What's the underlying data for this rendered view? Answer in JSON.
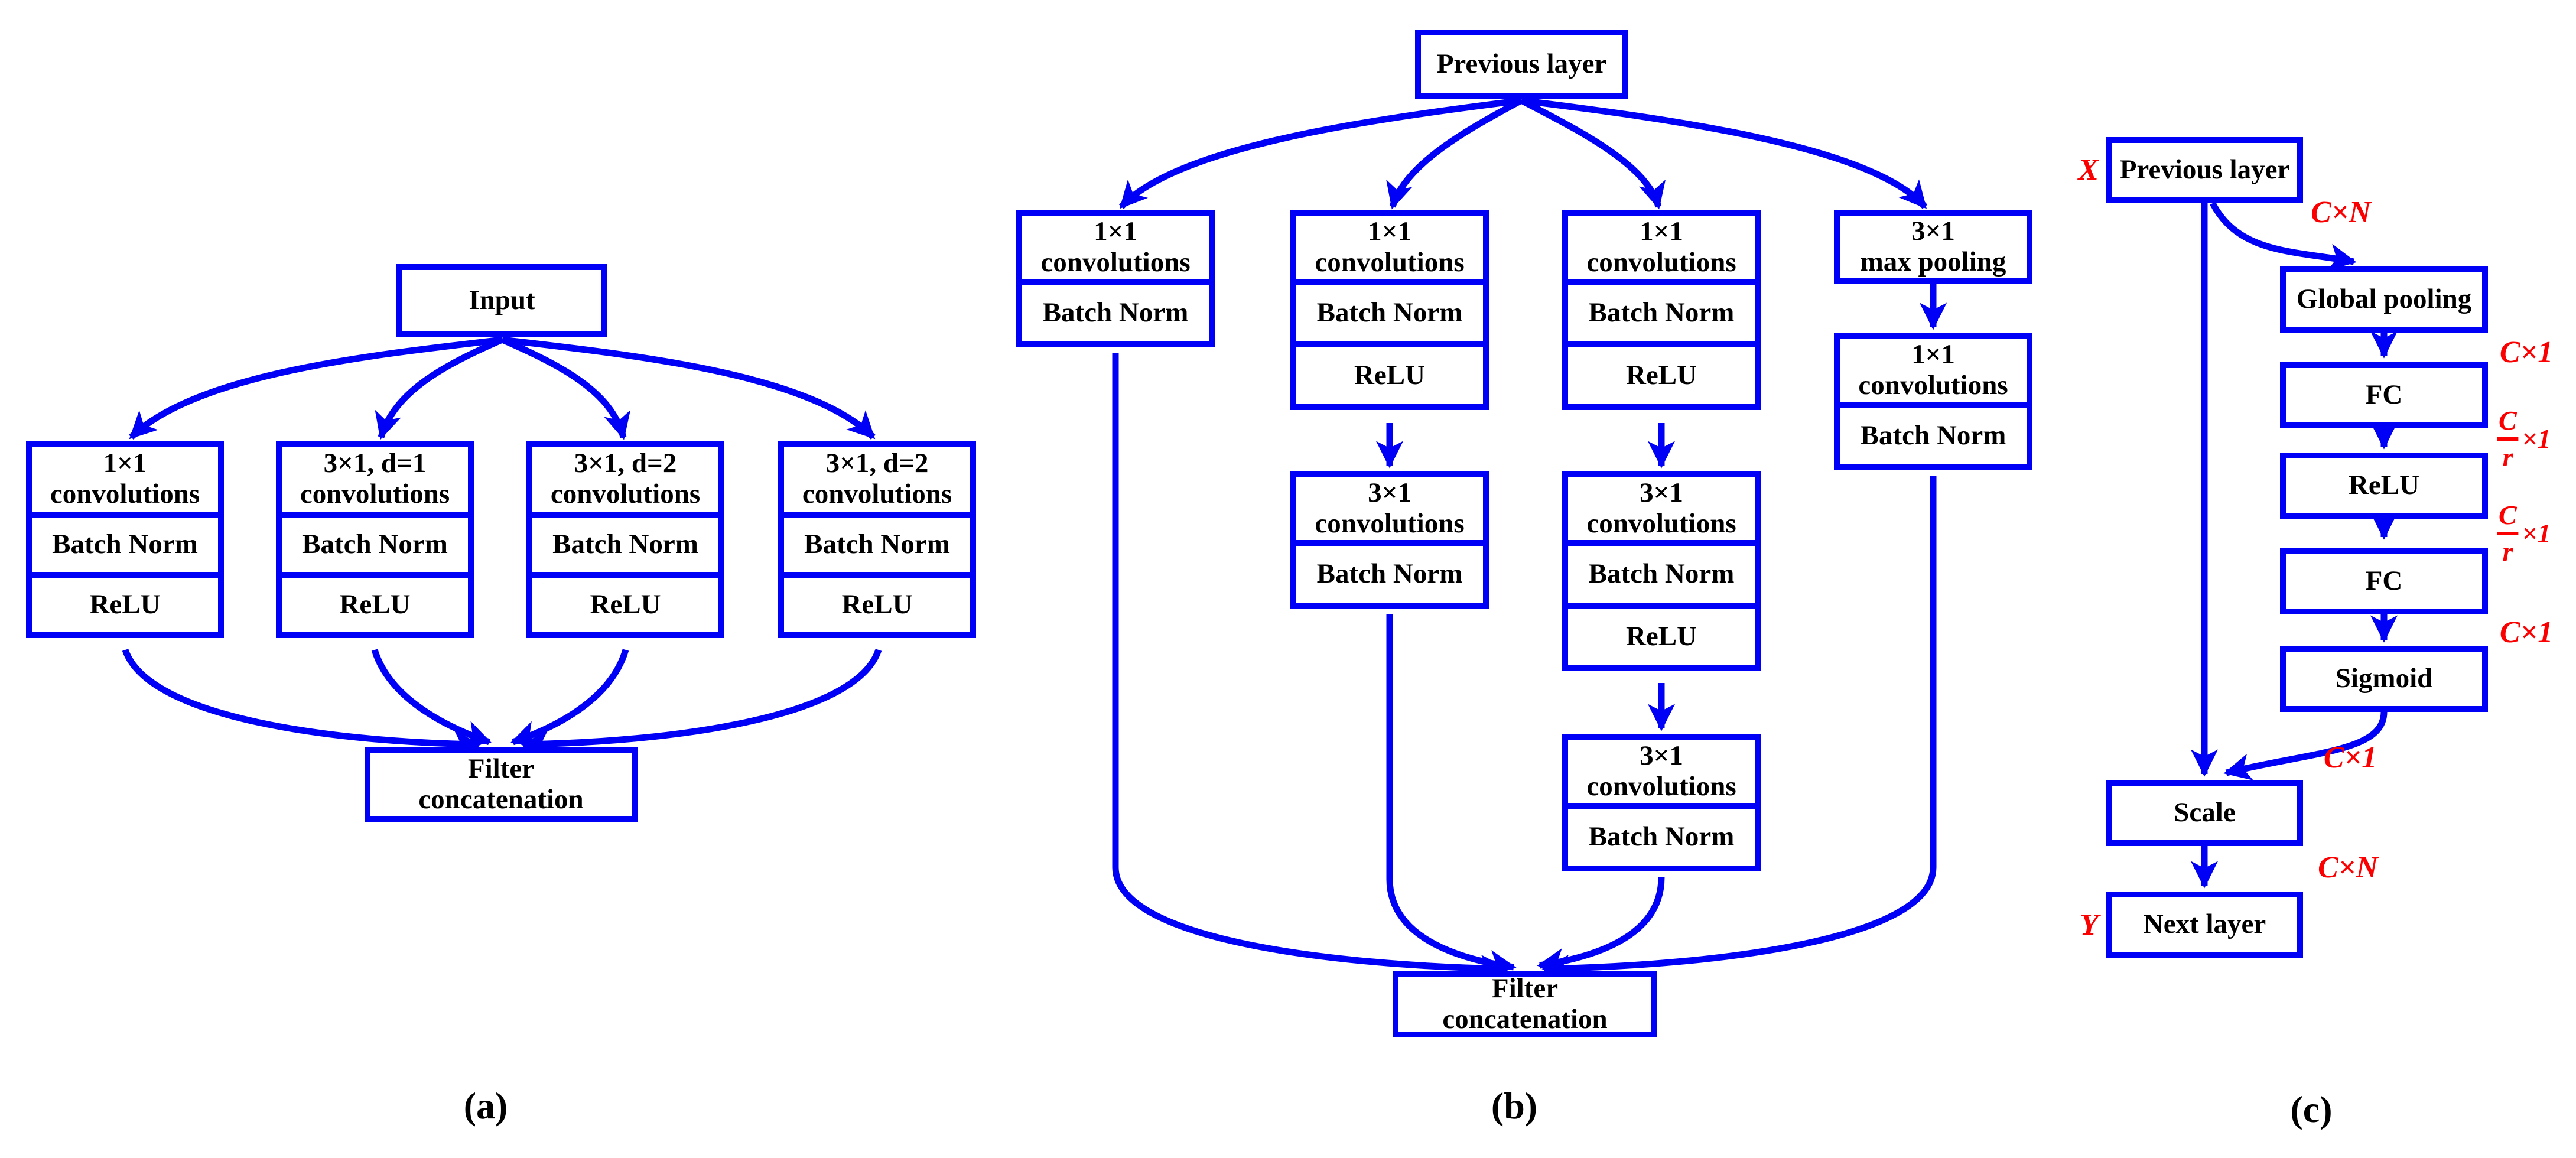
{
  "colors": {
    "line_blue": "#0000F6",
    "label_red": "#FA0000",
    "text_black": "#000000",
    "background": "#FFFFFF"
  },
  "captions": {
    "a": "(a)",
    "b": "(b)",
    "c": "(c)"
  },
  "terms": {
    "input": "Input",
    "previous_layer": "Previous layer",
    "filter_line1": "Filter",
    "filter_line2": "concatenation",
    "k1x1": "1×1",
    "k3x1": "3×1",
    "k3x1_d1": "3×1, d=1",
    "k3x1_d2": "3×1, d=2",
    "convolutions": "convolutions",
    "batch_norm": "Batch Norm",
    "relu": "ReLU",
    "max_pooling": "max pooling",
    "global_pooling": "Global pooling",
    "fc": "FC",
    "sigmoid": "Sigmoid",
    "scale": "Scale",
    "next_layer": "Next layer"
  },
  "dim_labels": {
    "x": "X",
    "y": "Y",
    "cxn": "C×N",
    "cx1": "C×1",
    "frac_num": "C",
    "frac_den": "r",
    "frac_suffix": "×1"
  }
}
